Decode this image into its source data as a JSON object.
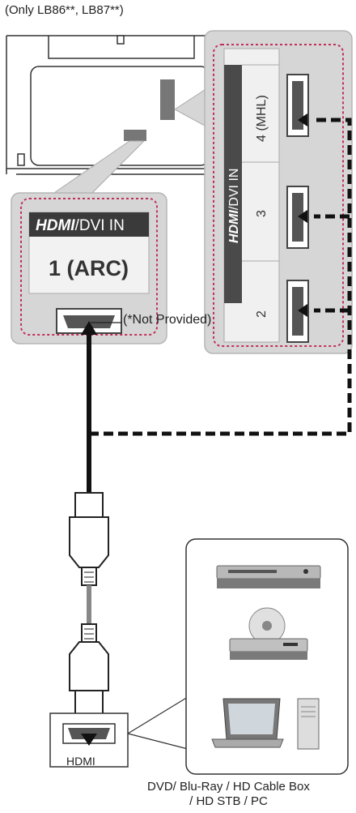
{
  "header_note": "(Only LB86**, LB87**)",
  "side_panel": {
    "logo": "HDMI",
    "title_suffix": "/DVI IN",
    "ports": [
      "4 (MHL)",
      "3",
      "2"
    ]
  },
  "arc_panel": {
    "logo": "HDMI",
    "title_suffix": "/DVI IN",
    "port_label": "1 (ARC)"
  },
  "cable_note": "(*Not Provided)",
  "device_connector_label": "HDMI",
  "devices": {
    "caption_line1": "DVD/ Blu-Ray / HD Cable Box",
    "caption_line2": "/ HD STB / PC",
    "icons": [
      "dvd-player-icon",
      "blu-ray-player-icon",
      "pc-icon"
    ]
  },
  "colors": {
    "panel_gray": "#d6d6d6",
    "dashed_outline": "#c0305a",
    "dark_label": "#3a3a3a"
  }
}
